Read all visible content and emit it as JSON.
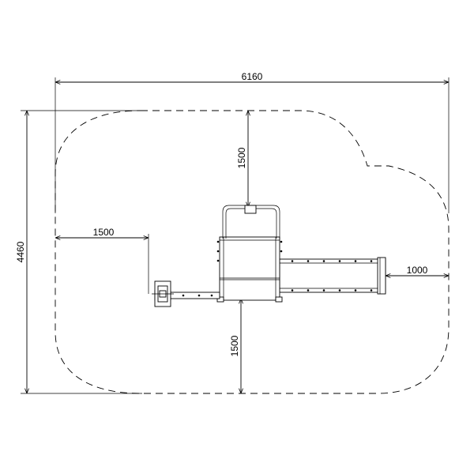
{
  "drawing": {
    "dimensions": {
      "overall_width": "6160",
      "overall_depth": "4460",
      "clearance_top": "1500",
      "clearance_left": "1500",
      "clearance_right": "1000",
      "clearance_bottom": "1500"
    }
  }
}
